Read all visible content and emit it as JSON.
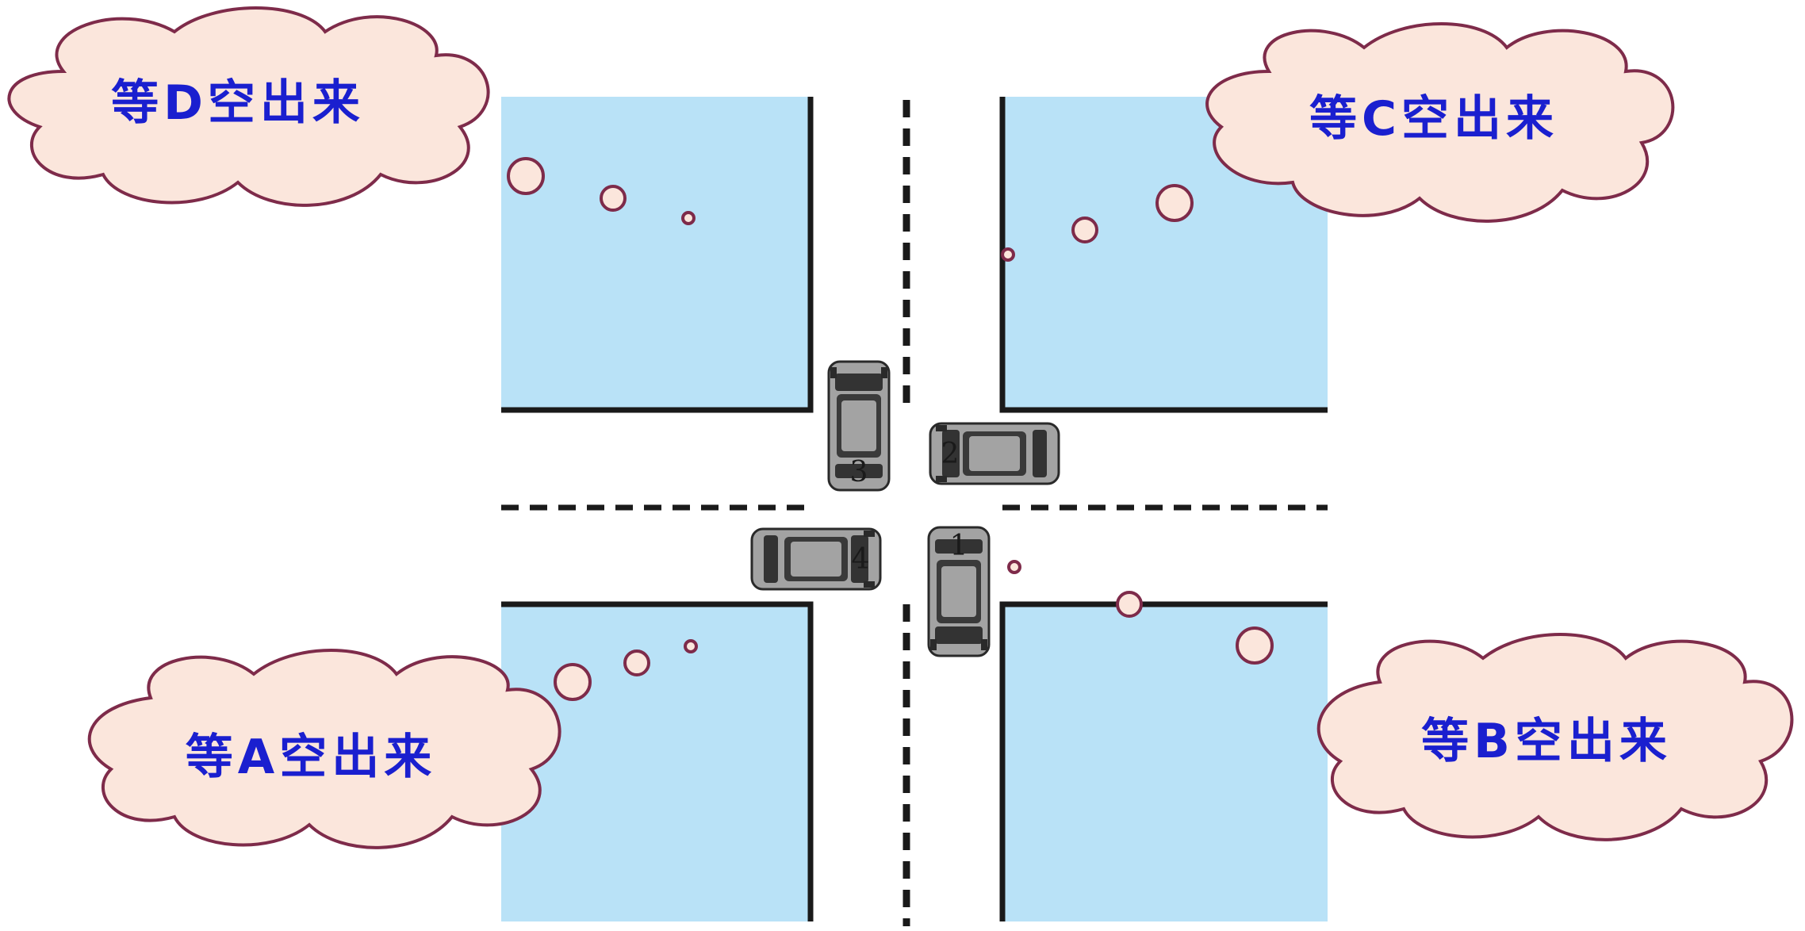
{
  "colors": {
    "block_fill": "#b9e2f7",
    "cloud_fill": "#fbe6dc",
    "cloud_stroke": "#7e2b4a",
    "text_color": "#1a1fcf",
    "car_body": "#a3a3a3",
    "car_dark": "#333333"
  },
  "clouds": {
    "d": {
      "label": "等D空出来"
    },
    "c": {
      "label": "等C空出来"
    },
    "a": {
      "label": "等A空出来"
    },
    "b": {
      "label": "等B空出来"
    }
  },
  "cars": {
    "car1": {
      "number": "1"
    },
    "car2": {
      "number": "2"
    },
    "car3": {
      "number": "3"
    },
    "car4": {
      "number": "4"
    }
  }
}
